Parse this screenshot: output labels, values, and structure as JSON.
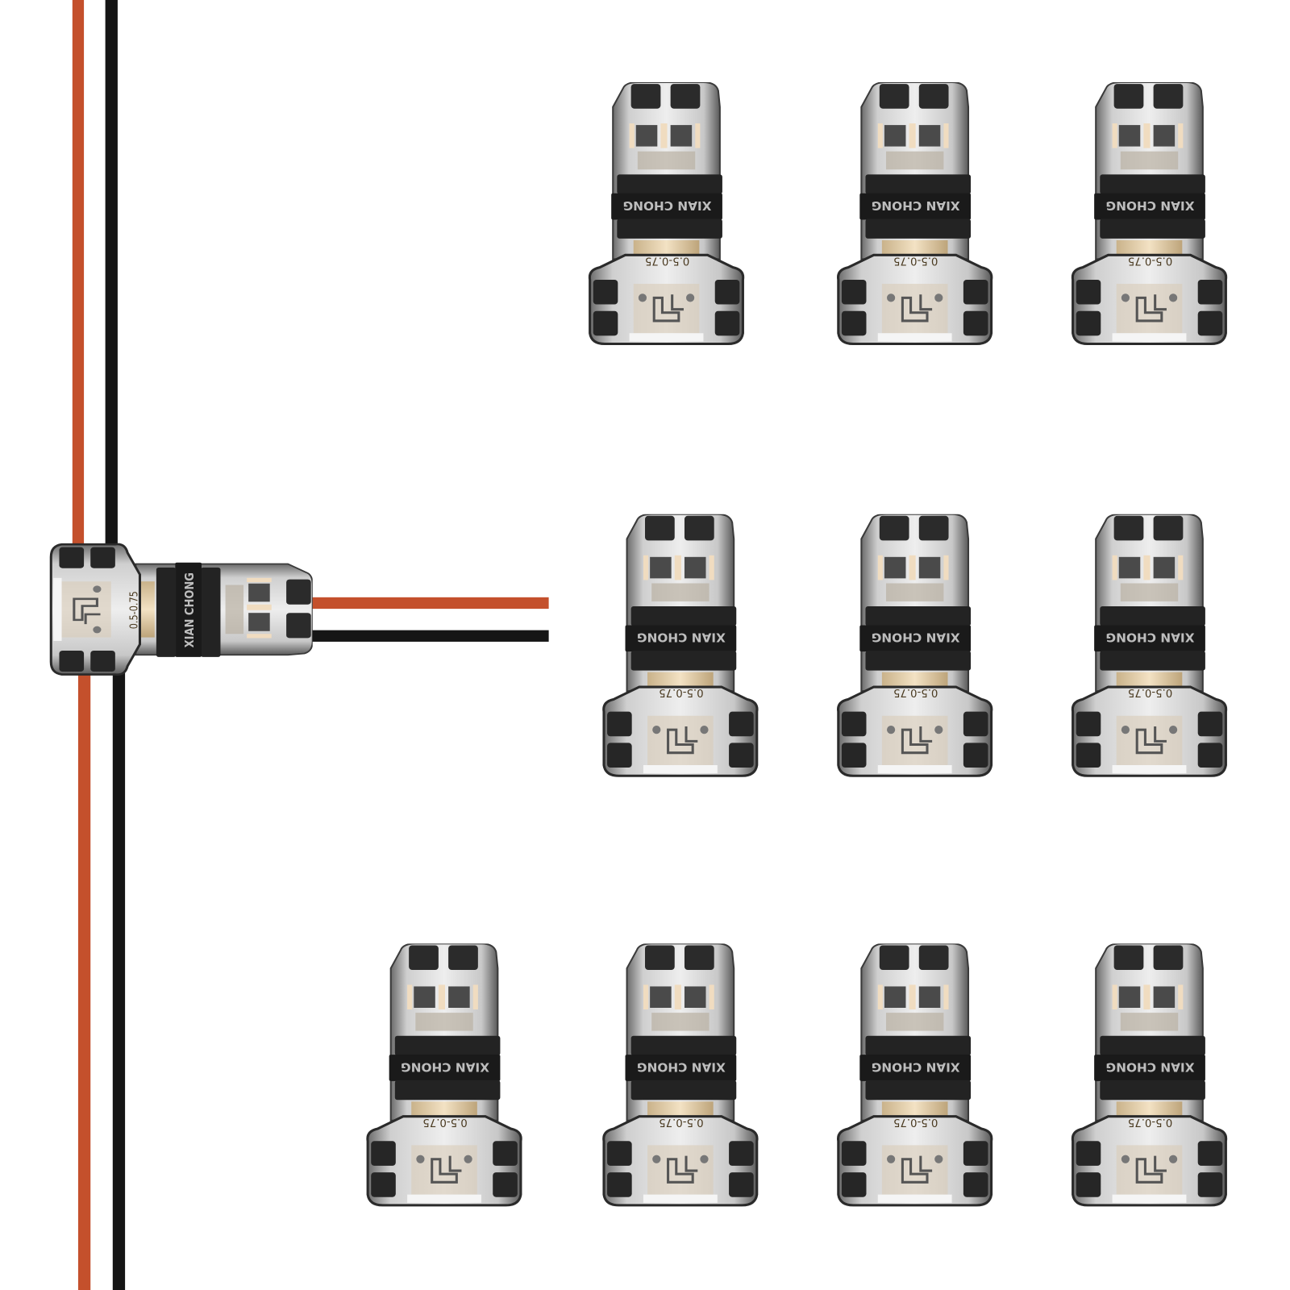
{
  "product": {
    "brand_marking": "XIAN CHONG",
    "wire_gauge_marking": "0.5-0.75",
    "loose_connector_count": 10,
    "wire_colors": {
      "red": "#c4502c",
      "black": "#151515"
    },
    "connector_colors": {
      "clear_body": "#d9d9d9",
      "band": "#1c1c1c",
      "copper": "#e8d2ad"
    }
  }
}
